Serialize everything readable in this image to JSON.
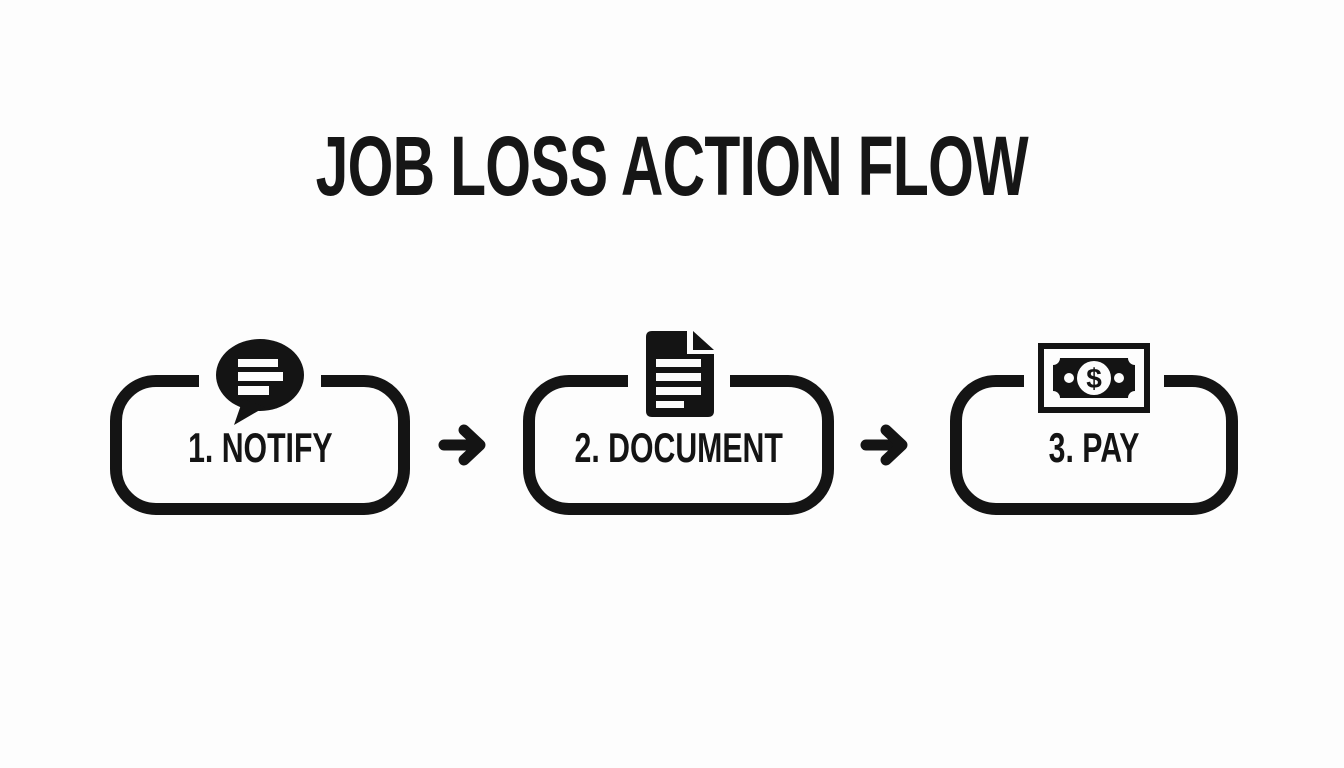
{
  "title": "JOB LOSS ACTION FLOW",
  "steps": [
    {
      "label": "1. NOTIFY",
      "icon": "speech-bubble-icon"
    },
    {
      "label": "2. DOCUMENT",
      "icon": "document-icon"
    },
    {
      "label": "3. PAY",
      "icon": "money-bill-icon"
    }
  ],
  "money_icon": {
    "currency_symbol": "$"
  },
  "colors": {
    "ink": "#141414",
    "background": "#fdfdfd"
  }
}
